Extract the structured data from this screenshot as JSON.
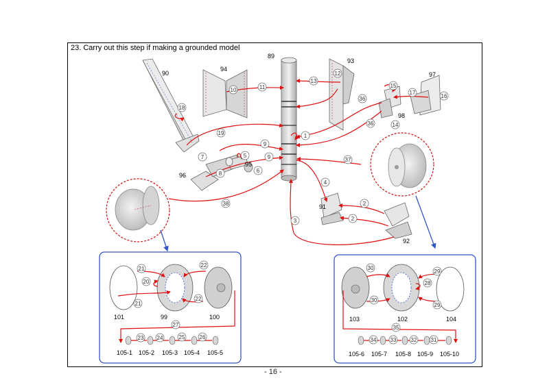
{
  "title": "23. Carry out this step if making a grounded model",
  "page_number": "- 16 -",
  "colors": {
    "accent_line": "#e01010",
    "detail_box": "#3355cc",
    "part_fill": "#d8d8d8"
  },
  "parts": {
    "p89": "89",
    "p90": "90",
    "p91": "91",
    "p92": "92",
    "p93": "93",
    "p94": "94",
    "p95": "95",
    "p96": "96",
    "p97": "97",
    "p98": "98",
    "p99": "99",
    "p100": "100",
    "p101": "101",
    "p102": "102",
    "p103": "103",
    "p104": "104",
    "p105_1": "105-1",
    "p105_2": "105-2",
    "p105_3": "105-3",
    "p105_4": "105-4",
    "p105_5": "105-5",
    "p105_6": "105-6",
    "p105_7": "105-7",
    "p105_8": "105-8",
    "p105_9": "105-9",
    "p105_10": "105-10"
  },
  "steps": {
    "s1": "1",
    "s2": "2",
    "s3": "3",
    "s4": "4",
    "s5": "5",
    "s6": "6",
    "s7": "7",
    "s8": "8",
    "s9": "9",
    "s10": "10",
    "s11": "11",
    "s12": "12",
    "s13": "13",
    "s14": "14",
    "s15": "15",
    "s16": "16",
    "s17": "17",
    "s18": "18",
    "s19": "19",
    "s20": "20",
    "s21": "21",
    "s22": "22",
    "s23": "23",
    "s24": "24",
    "s25": "25",
    "s26": "26",
    "s27": "27",
    "s28": "28",
    "s29": "29",
    "s30": "30",
    "s31": "31",
    "s32": "32",
    "s33": "33",
    "s34": "34",
    "s35": "35",
    "s36": "36",
    "s37": "37",
    "s38": "38"
  }
}
